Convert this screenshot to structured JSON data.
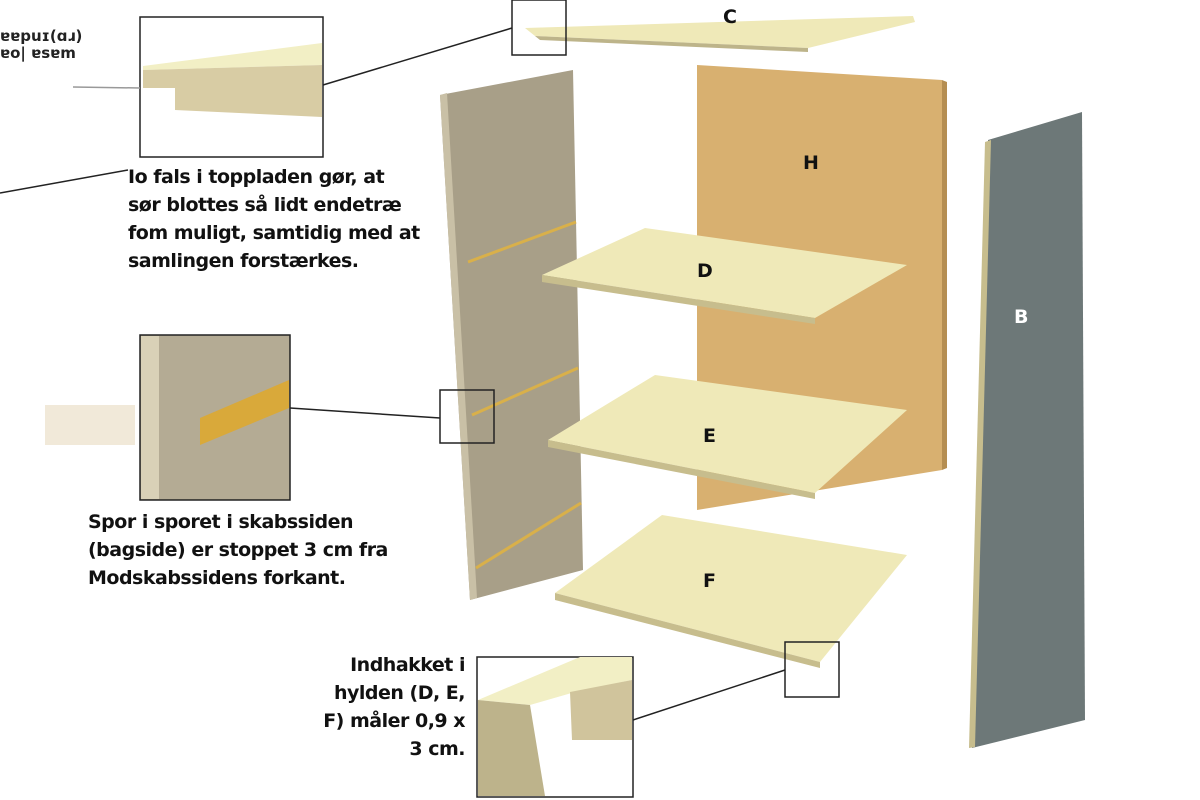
{
  "fragment_top_left": [
    "ɐɐpuɪ(ɑɹ)",
    "ɐo| ɐsɐm"
  ],
  "caption_top": [
    "Io fals i toppladen gør, at",
    "sør blottes så lidt endetræ",
    "fom muligt, samtidig med at",
    "samlingen forstærkes."
  ],
  "caption_middle": [
    "Spor i sporet i skabssiden",
    "(bagside) er stoppet 3 cm fra",
    "Modskabssidens forkant."
  ],
  "caption_bottom": [
    "Indhakket i",
    "hylden (D, E,",
    "F) måler 0,9 x",
    "3 cm."
  ],
  "part_labels": {
    "C": "C",
    "H": "H",
    "D": "D",
    "E": "E",
    "F": "F",
    "B": "B"
  },
  "colors": {
    "side_left": "#a89f88",
    "back": "#d8b070",
    "shelf": "#efe9b8",
    "side_right": "#6d7878"
  }
}
